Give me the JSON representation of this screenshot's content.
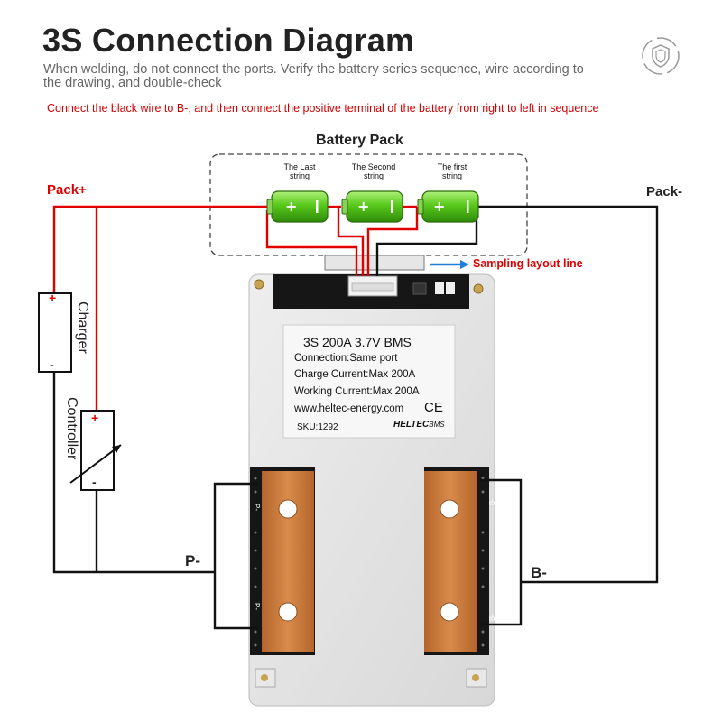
{
  "title": "3S Connection Diagram",
  "subtitle": "When welding, do not connect the ports. Verify the battery series sequence, wire according to the drawing, and double-check",
  "note": "Connect the black wire to B-, and then connect the positive terminal of the battery from right to left in sequence",
  "battery_pack": {
    "title": "Battery Pack",
    "cells": [
      {
        "label": "The Last string"
      },
      {
        "label": "The Second string"
      },
      {
        "label": "The first string"
      }
    ]
  },
  "labels": {
    "pack_plus": "Pack+",
    "pack_minus": "Pack-",
    "sampling": "Sampling layout line",
    "charger": "Charger",
    "controller": "Controller",
    "p_minus": "P-",
    "b_minus": "B-",
    "plus_sign": "+",
    "minus_sign": "-"
  },
  "bms": {
    "model": "3S  200A  3.7V BMS",
    "connection": "Connection:Same port",
    "charge_current": "Charge Current:Max 200A",
    "working_current": "Working Current:Max 200A",
    "website": "www.heltec-energy.com",
    "ce_mark": "CE",
    "sku": "SKU:1292",
    "brand": "HELTEC",
    "brand_suffix": "BMS",
    "pad_left_top": "P-",
    "pad_left_bottom": "P-",
    "pad_right_top": "B-",
    "pad_right_bottom": "B-"
  },
  "colors": {
    "red_wire": "#e00000",
    "black_wire": "#111111",
    "blue_arrow": "#1f7fd8",
    "cell_green": "#58c91a",
    "copper": "#c9773a"
  }
}
